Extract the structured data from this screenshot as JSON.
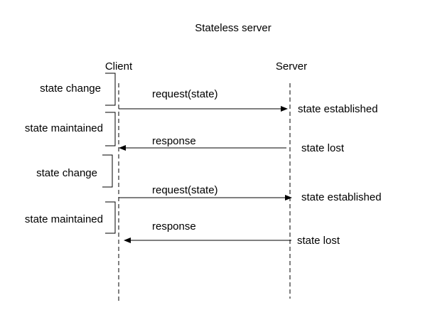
{
  "title": "Stateless server",
  "participants": {
    "client": "Client",
    "server": "Server"
  },
  "messages": [
    {
      "label": "request(state)",
      "direction": "client-to-server"
    },
    {
      "label": "response",
      "direction": "server-to-client"
    },
    {
      "label": "request(state)",
      "direction": "client-to-server"
    },
    {
      "label": "response",
      "direction": "server-to-client"
    }
  ],
  "client_annotations": [
    "state change",
    "state maintained",
    "state change",
    "state maintained"
  ],
  "server_annotations": [
    "state established",
    "state lost",
    "state established",
    "state lost"
  ],
  "colors": {
    "ink": "#000000",
    "background": "#ffffff"
  }
}
